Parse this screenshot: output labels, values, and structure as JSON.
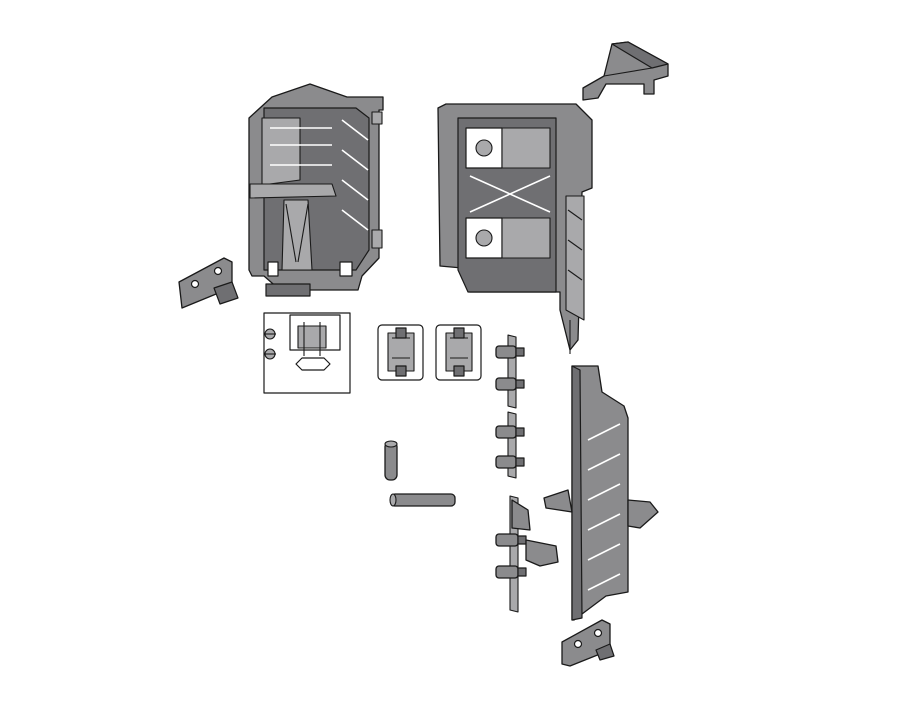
{
  "diagram": {
    "colors": {
      "part_fill": "#8b8b8d",
      "part_dark": "#6f6f72",
      "part_light": "#a9a9ab",
      "outline": "#1a1a1a",
      "background": "#ffffff"
    },
    "parts": [
      "left-corner-housing",
      "right-corner-housing",
      "top-right-cap",
      "small-mounting-plate",
      "drilling-template-card",
      "connector-clip-1",
      "connector-clip-2",
      "dowel-vertical",
      "dowel-horizontal",
      "fastener-strip-1",
      "fastener-strip-2",
      "fastener-bracket-3",
      "side-front-panel",
      "bottom-small-plate"
    ]
  }
}
